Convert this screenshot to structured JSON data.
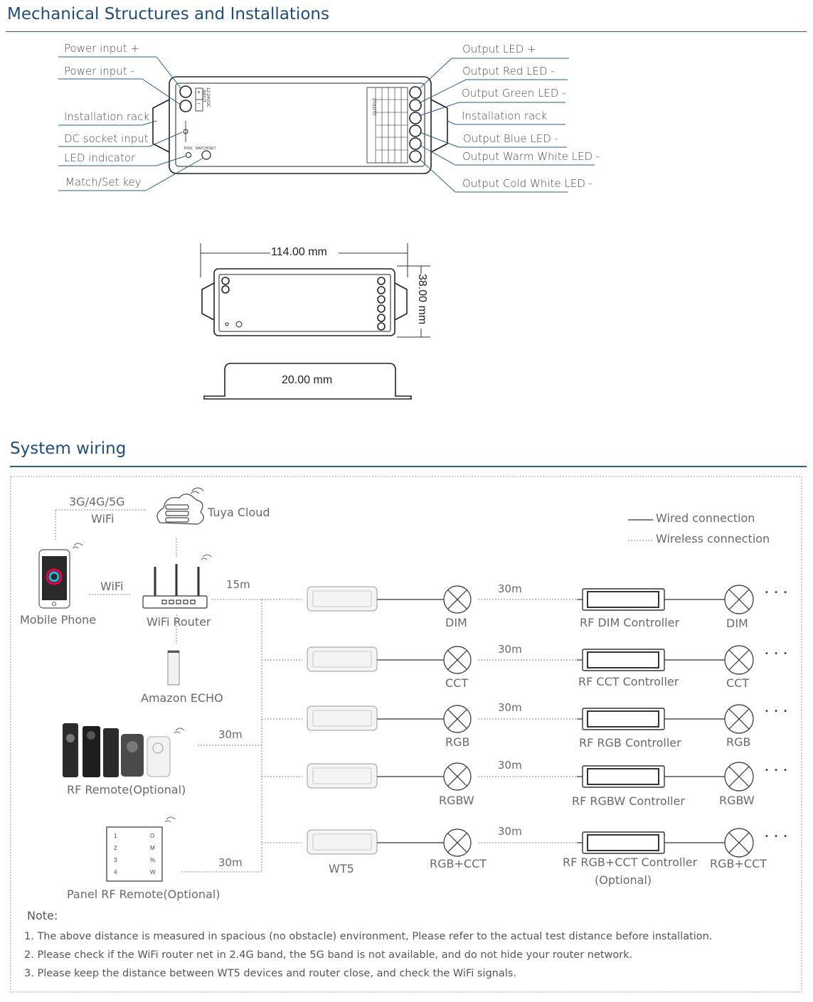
{
  "mechanical": {
    "title": "Mechanical Structures and Installations",
    "left_labels": [
      "Power input +",
      "Power input -",
      "Installation rack",
      "DC socket input",
      "LED indicator",
      "Match/Set key"
    ],
    "right_labels": [
      "Output LED +",
      "Output Red LED -",
      "Output Green LED -",
      "Installation rack",
      "Output Blue LED -",
      "Output Warm White LED -",
      "Output Cold White LED -"
    ],
    "device_text": {
      "input": "INPUT",
      "voltage": "12-24VDC",
      "plus": "+",
      "minus": "−",
      "output": "OUTPUT",
      "run": "RUN",
      "matchset": "MATCH/SET"
    },
    "dim_length": "114.00 mm",
    "dim_width": "38.00 mm",
    "dim_height": "20.00 mm"
  },
  "wiring": {
    "title": "System wiring",
    "network_label_1": "3G/4G/5G",
    "network_label_2": "WiFi",
    "tuya_cloud": "Tuya Cloud",
    "legend_wired": "Wired connection",
    "legend_wireless": "Wireless connection",
    "mobile_phone": "Mobile Phone",
    "wifi_link": "WiFi",
    "wifi_router": "WiFi Router",
    "router_distance": "15m",
    "amazon_echo": "Amazon ECHO",
    "rf_remote": "RF Remote(Optional)",
    "rf_remote_distance": "30m",
    "panel_remote": "Panel RF Remote(Optional)",
    "panel_remote_distance": "30m",
    "panel_keys_left": [
      "1",
      "2",
      "3",
      "4"
    ],
    "panel_keys_right": [
      "O",
      "M",
      "%",
      "W"
    ],
    "wt5_label": "WT5",
    "rows": [
      {
        "load": "DIM",
        "distance": "30m",
        "controller": "RF DIM Controller",
        "load2": "DIM",
        "more": "• • •"
      },
      {
        "load": "CCT",
        "distance": "30m",
        "controller": "RF CCT Controller",
        "load2": "CCT",
        "more": "• • •"
      },
      {
        "load": "RGB",
        "distance": "30m",
        "controller": "RF RGB Controller",
        "load2": "RGB",
        "more": "• • •"
      },
      {
        "load": "RGBW",
        "distance": "30m",
        "controller": "RF RGBW Controller",
        "load2": "RGBW",
        "more": "• • •"
      },
      {
        "load": "RGB+CCT",
        "distance": "30m",
        "controller": "RF RGB+CCT Controller",
        "controller_sub": "(Optional)",
        "load2": "RGB+CCT",
        "more": "• • •"
      }
    ],
    "note_title": "Note:",
    "notes": [
      "1. The above distance is measured in spacious (no obstacle) environment,  Please refer to the actual test distance before installation.",
      "2. Please check if the WiFi router net in 2.4G band, the 5G band is not available, and do not hide your router network.",
      "3. Please keep the distance between WT5 devices and router close, and check the WiFi signals."
    ]
  },
  "colors": {
    "title_blue": "#1f4e7a",
    "rule_blue": "#2a5d8a",
    "line_dark": "#333333"
  }
}
